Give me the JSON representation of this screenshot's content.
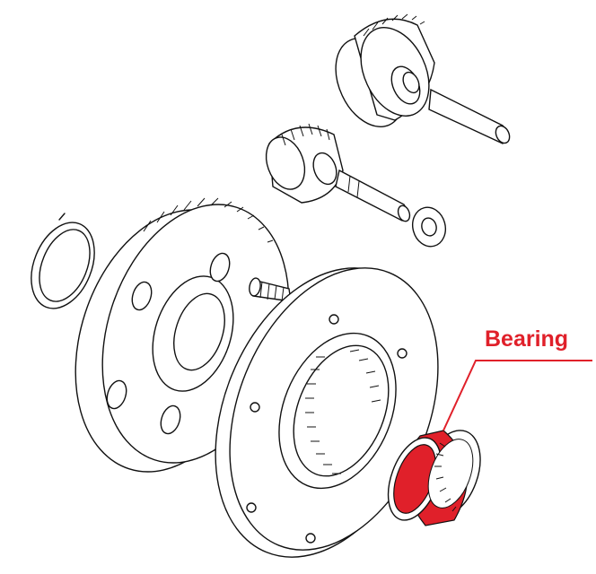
{
  "callout": {
    "label": "Bearing",
    "color": "#e0202a"
  },
  "parts": [
    {
      "id": "idler-gear-large",
      "icon": "gear-icon"
    },
    {
      "id": "idler-shaft-large",
      "icon": "shaft-icon"
    },
    {
      "id": "idler-gear-small",
      "icon": "gear-icon"
    },
    {
      "id": "idler-shaft-small",
      "icon": "shaft-icon"
    },
    {
      "id": "washer",
      "icon": "washer-icon"
    },
    {
      "id": "oring",
      "icon": "ring-icon"
    },
    {
      "id": "starter-driven-gear",
      "icon": "gear-icon"
    },
    {
      "id": "bolt",
      "icon": "bolt-icon"
    },
    {
      "id": "starter-clutch-housing",
      "icon": "clutch-icon"
    },
    {
      "id": "needle-bearing",
      "icon": "bearing-icon"
    }
  ]
}
